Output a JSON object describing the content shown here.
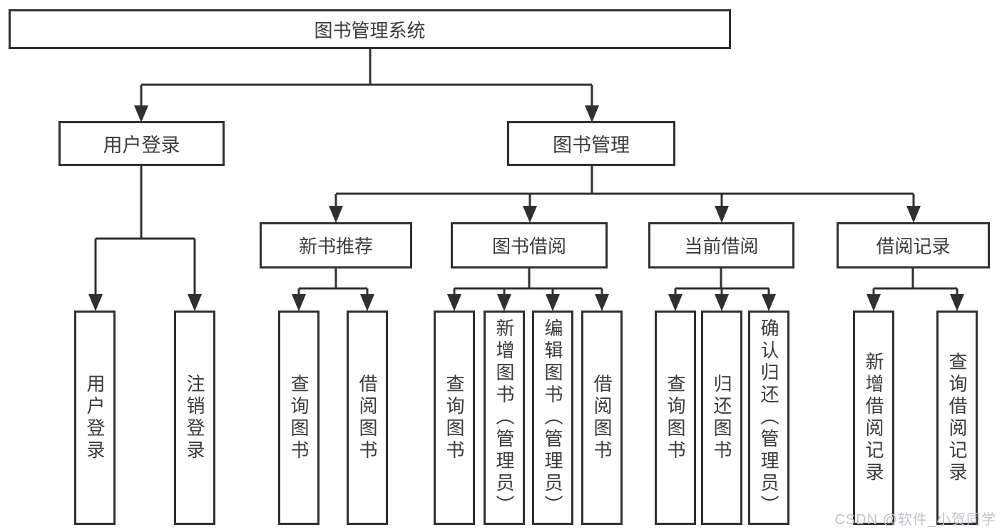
{
  "tree": {
    "root": {
      "label": "图书管理系统"
    },
    "children": [
      {
        "label": "用户登录",
        "children": [
          {
            "label": "用户登录"
          },
          {
            "label": "注销登录"
          }
        ]
      },
      {
        "label": "图书管理",
        "children": [
          {
            "label": "新书推荐",
            "children": [
              {
                "label": "查询图书"
              },
              {
                "label": "借阅图书"
              }
            ]
          },
          {
            "label": "图书借阅",
            "children": [
              {
                "label": "查询图书"
              },
              {
                "label": "新增图书（管理员）"
              },
              {
                "label": "编辑图书（管理员）"
              },
              {
                "label": "借阅图书"
              }
            ]
          },
          {
            "label": "当前借阅",
            "children": [
              {
                "label": "查询图书"
              },
              {
                "label": "归还图书"
              },
              {
                "label": "确认归还（管理员）"
              }
            ]
          },
          {
            "label": "借阅记录",
            "children": [
              {
                "label": "新增借阅记录"
              },
              {
                "label": "查询借阅记录"
              }
            ]
          }
        ]
      }
    ]
  },
  "watermark": "CSDN @软件_小贺同学",
  "colors": {
    "line": "#303030",
    "border": "#303030",
    "text": "#3b3b3b",
    "bg": "#ffffff",
    "watermark": "#c0c3c9"
  }
}
